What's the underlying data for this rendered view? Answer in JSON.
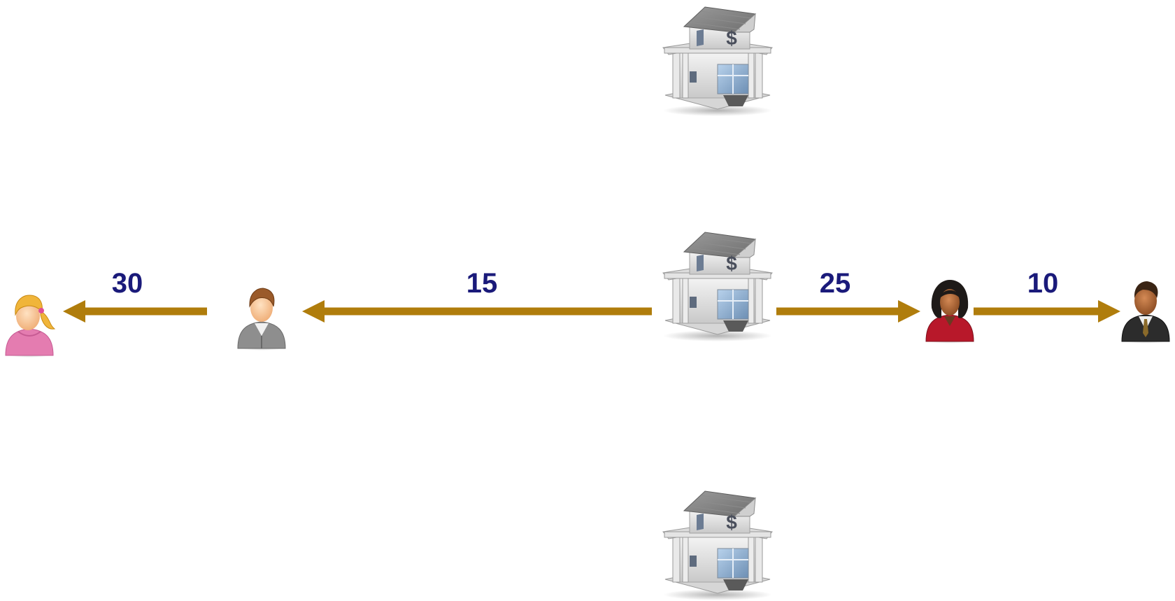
{
  "diagram": {
    "edge_color": "#b07d0c",
    "label_color": "#1a1a7a",
    "nodes": [
      {
        "id": "bank_top",
        "icon": "bank-icon"
      },
      {
        "id": "bank_mid",
        "icon": "bank-icon"
      },
      {
        "id": "bank_bottom",
        "icon": "bank-icon"
      },
      {
        "id": "girl",
        "icon": "girl-user-icon"
      },
      {
        "id": "man_gray",
        "icon": "man-user-icon"
      },
      {
        "id": "woman_red",
        "icon": "woman-user-icon"
      },
      {
        "id": "man_suit",
        "icon": "businessman-user-icon"
      }
    ],
    "edges": [
      {
        "from": "man_gray",
        "to": "girl",
        "label": "30"
      },
      {
        "from": "bank_mid",
        "to": "man_gray",
        "label": "15"
      },
      {
        "from": "bank_mid",
        "to": "woman_red",
        "label": "25"
      },
      {
        "from": "woman_red",
        "to": "man_suit",
        "label": "10"
      }
    ]
  }
}
